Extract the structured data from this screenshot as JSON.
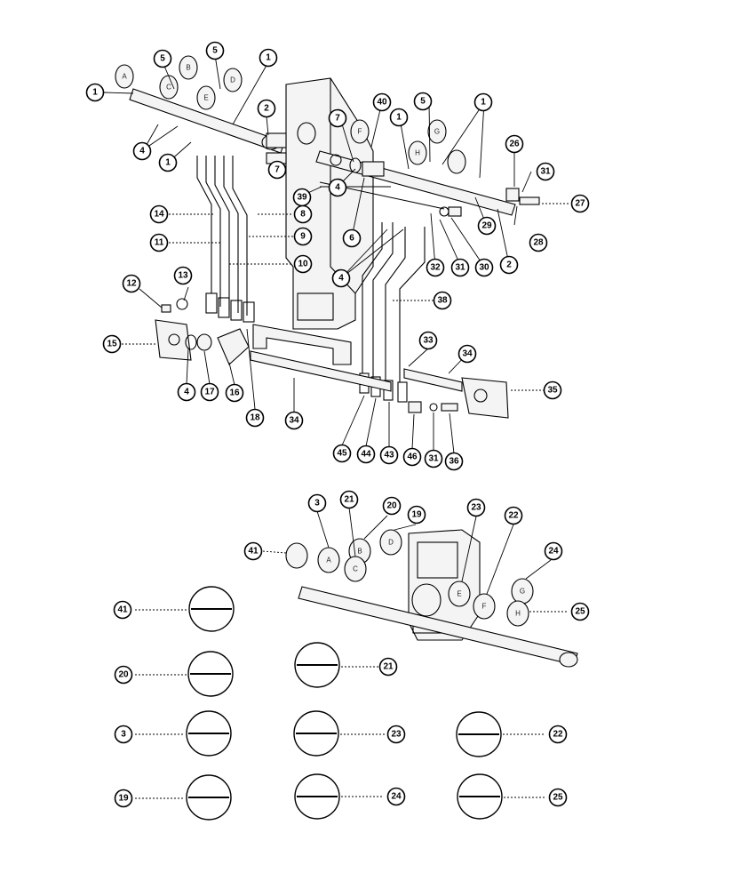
{
  "callouts": {
    "c1a": "1",
    "c5a": "5",
    "c5b": "5",
    "c1b": "1",
    "c4a": "4",
    "c1c": "1",
    "c2a": "2",
    "c7a": "7",
    "c40": "40",
    "c7b": "7",
    "c1d": "1",
    "c5c": "5",
    "c1e": "1",
    "c26": "26",
    "c31a": "31",
    "c27": "27",
    "c28": "28",
    "c29": "29",
    "c2b": "2",
    "c30": "30",
    "c31b": "31",
    "c32": "32",
    "c39": "39",
    "c4b": "4",
    "c6": "6",
    "c4c": "4",
    "c14": "14",
    "c8": "8",
    "c11": "11",
    "c9": "9",
    "c10": "10",
    "c12": "12",
    "c13": "13",
    "c38": "38",
    "c15": "15",
    "c4d": "4",
    "c17": "17",
    "c16": "16",
    "c18": "18",
    "c34a": "34",
    "c33": "33",
    "c34b": "34",
    "c35": "35",
    "c45": "45",
    "c44": "44",
    "c43": "43",
    "c46": "46",
    "c31c": "31",
    "c36": "36",
    "c3": "3",
    "c21": "21",
    "c20": "20",
    "c19": "19",
    "c23": "23",
    "c22": "22",
    "c24": "24",
    "c41": "41",
    "c25": "25",
    "d41": "41",
    "d20": "20",
    "d21": "21",
    "d3": "3",
    "d23": "23",
    "d22": "22",
    "d19": "19",
    "d24": "24",
    "d25": "25"
  },
  "knob_letters": {
    "ka": "A",
    "kb": "B",
    "kc": "C",
    "kd": "D",
    "ke": "E",
    "kf": "F",
    "kg": "G",
    "kh": "H",
    "la": "A",
    "lb": "B",
    "lc": "C",
    "ld": "D",
    "le": "E",
    "lf": "F",
    "lg": "G",
    "lh": "H"
  },
  "icons": [
    "lever-knob",
    "control-lever",
    "frame-bracket",
    "pivot-shaft",
    "decal-disc"
  ]
}
